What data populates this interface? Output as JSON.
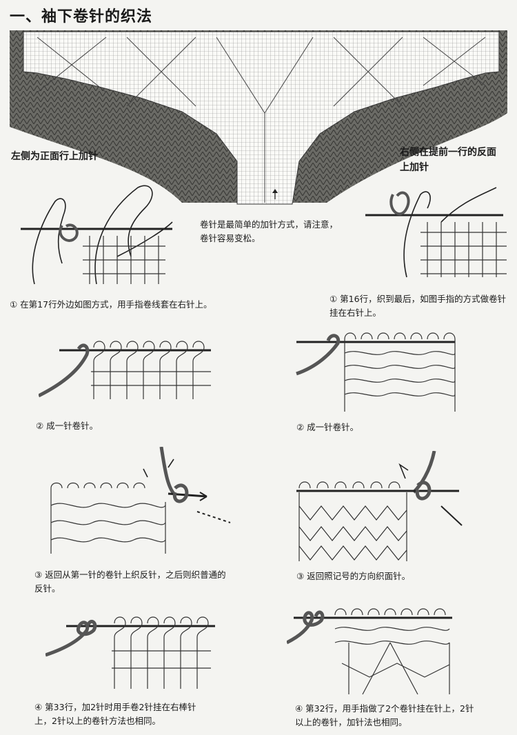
{
  "title": "一、袖下卷针的织法",
  "left_heading": "左侧为正面行上加针",
  "right_heading": "右侧在提前一行的反面上加针",
  "center_note": "卷针是最简单的加针方式，请注意，卷针容易变松。",
  "left_steps": [
    "① 在第17行外边如图方式，用手指卷线套在右针上。",
    "② 成一针卷针。",
    "③ 返回从第一针的卷针上织反针，之后则织普通的反针。",
    "④ 第33行，加2针时用手卷2针挂在右棒针上，2针以上的卷针方法也相同。"
  ],
  "right_steps": [
    "① 第16行，织到最后，如图手指的方式做卷针挂在右针上。",
    "② 成一针卷针。",
    "③ 返回照记号的方向织面针。",
    "④ 第32行，用手指做了2个卷针挂在针上，2针以上的卷针，加针法也相同。"
  ]
}
